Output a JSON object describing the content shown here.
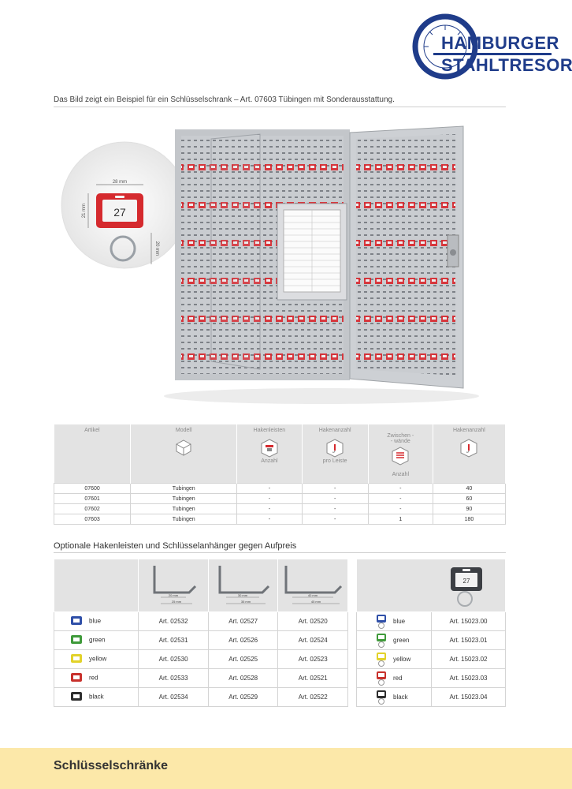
{
  "brand": {
    "line1": "HAMBURGER",
    "line2": "STAHLTRESOR",
    "color": "#1f3c8a"
  },
  "caption": "Das Bild zeigt ein Beispiel für ein Schlüsselschrank – Art. 07603 Tübingen mit Sonderausstattung.",
  "photo": {
    "tag_number": "27",
    "dim_width": "28 mm",
    "dim_height": "21 mm",
    "dim_ring": "20 mm"
  },
  "article_table": {
    "headers": [
      "Artikel",
      "Modell",
      "Hakenleisten",
      "Hakenanzahl",
      "Zwischen -\n- wände",
      "Hakenanzahl"
    ],
    "subheaders": [
      "",
      "",
      "Anzahl",
      "pro Leiste",
      "Anzahl",
      ""
    ],
    "rows": [
      [
        "07600",
        "Tubingen",
        "-",
        "-",
        "-",
        "40"
      ],
      [
        "07601",
        "Tubingen",
        "-",
        "-",
        "-",
        "60"
      ],
      [
        "07602",
        "Tubingen",
        "-",
        "-",
        "-",
        "90"
      ],
      [
        "07603",
        "Tubingen",
        "-",
        "-",
        "1",
        "180"
      ]
    ]
  },
  "optional_title": "Optionale Hakenleisten und Schlüsselanhänger gegen Aufpreis",
  "optional_left": {
    "hook_dims": [
      {
        "top": "20 mm",
        "bottom": "25 mm"
      },
      {
        "top": "30 mm",
        "bottom": "35 mm"
      },
      {
        "top": "40 mm",
        "bottom": "45 mm"
      }
    ],
    "rows": [
      {
        "color_name": "blue",
        "swatch": "#2f4fa8",
        "a": "Art. 02532",
        "b": "Art. 02527",
        "c": "Art. 02520"
      },
      {
        "color_name": "green",
        "swatch": "#3f9a3a",
        "a": "Art. 02531",
        "b": "Art. 02526",
        "c": "Art. 02524"
      },
      {
        "color_name": "yellow",
        "swatch": "#e2d22a",
        "a": "Art. 02530",
        "b": "Art. 02525",
        "c": "Art. 02523"
      },
      {
        "color_name": "red",
        "swatch": "#c8312c",
        "a": "Art. 02533",
        "b": "Art. 02528",
        "c": "Art. 02521"
      },
      {
        "color_name": "black",
        "swatch": "#2d2d2d",
        "a": "Art. 02534",
        "b": "Art. 02529",
        "c": "Art. 02522"
      }
    ]
  },
  "optional_right": {
    "tag_number": "27",
    "rows": [
      {
        "color_name": "blue",
        "swatch": "#2f4fa8",
        "art": "Art. 15023.00"
      },
      {
        "color_name": "green",
        "swatch": "#3f9a3a",
        "art": "Art. 15023.01"
      },
      {
        "color_name": "yellow",
        "swatch": "#e2d22a",
        "art": "Art. 15023.02"
      },
      {
        "color_name": "red",
        "swatch": "#c8312c",
        "art": "Art. 15023.03"
      },
      {
        "color_name": "black",
        "swatch": "#2d2d2d",
        "art": "Art. 15023.04"
      }
    ]
  },
  "footer_title": "Schlüsselschränke"
}
